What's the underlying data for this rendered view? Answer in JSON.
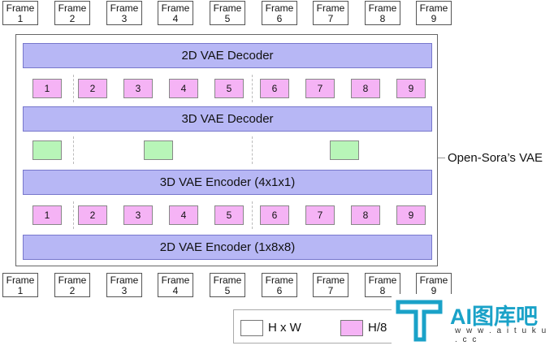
{
  "frames": {
    "label": "Frame",
    "numbers": [
      "1",
      "2",
      "3",
      "4",
      "5",
      "6",
      "7",
      "8",
      "9"
    ]
  },
  "layers": {
    "decoder_2d": "2D VAE Decoder",
    "decoder_3d": "3D VAE Decoder",
    "encoder_3d": "3D VAE Encoder (4x1x1)",
    "encoder_2d": "2D VAE Encoder (1x8x8)"
  },
  "patches_top": [
    "1",
    "2",
    "3",
    "4",
    "5",
    "6",
    "7",
    "8",
    "9"
  ],
  "patches_bottom": [
    "1",
    "2",
    "3",
    "4",
    "5",
    "6",
    "7",
    "8",
    "9"
  ],
  "latent_count": 3,
  "side_label": "Open-Sora’s VAE",
  "legend": {
    "items": [
      {
        "text": "H x W",
        "color": "#ffffff"
      },
      {
        "text": "H/8",
        "color": "#f5b3f5"
      }
    ]
  },
  "watermark": {
    "text": "AI图库吧",
    "url": "w w w . a i t u k u . c c",
    "color": "#1aa2c8"
  },
  "colors": {
    "layer": "#b7b7f5",
    "patch": "#f5b3f5",
    "latent": "#b8f5b8"
  }
}
